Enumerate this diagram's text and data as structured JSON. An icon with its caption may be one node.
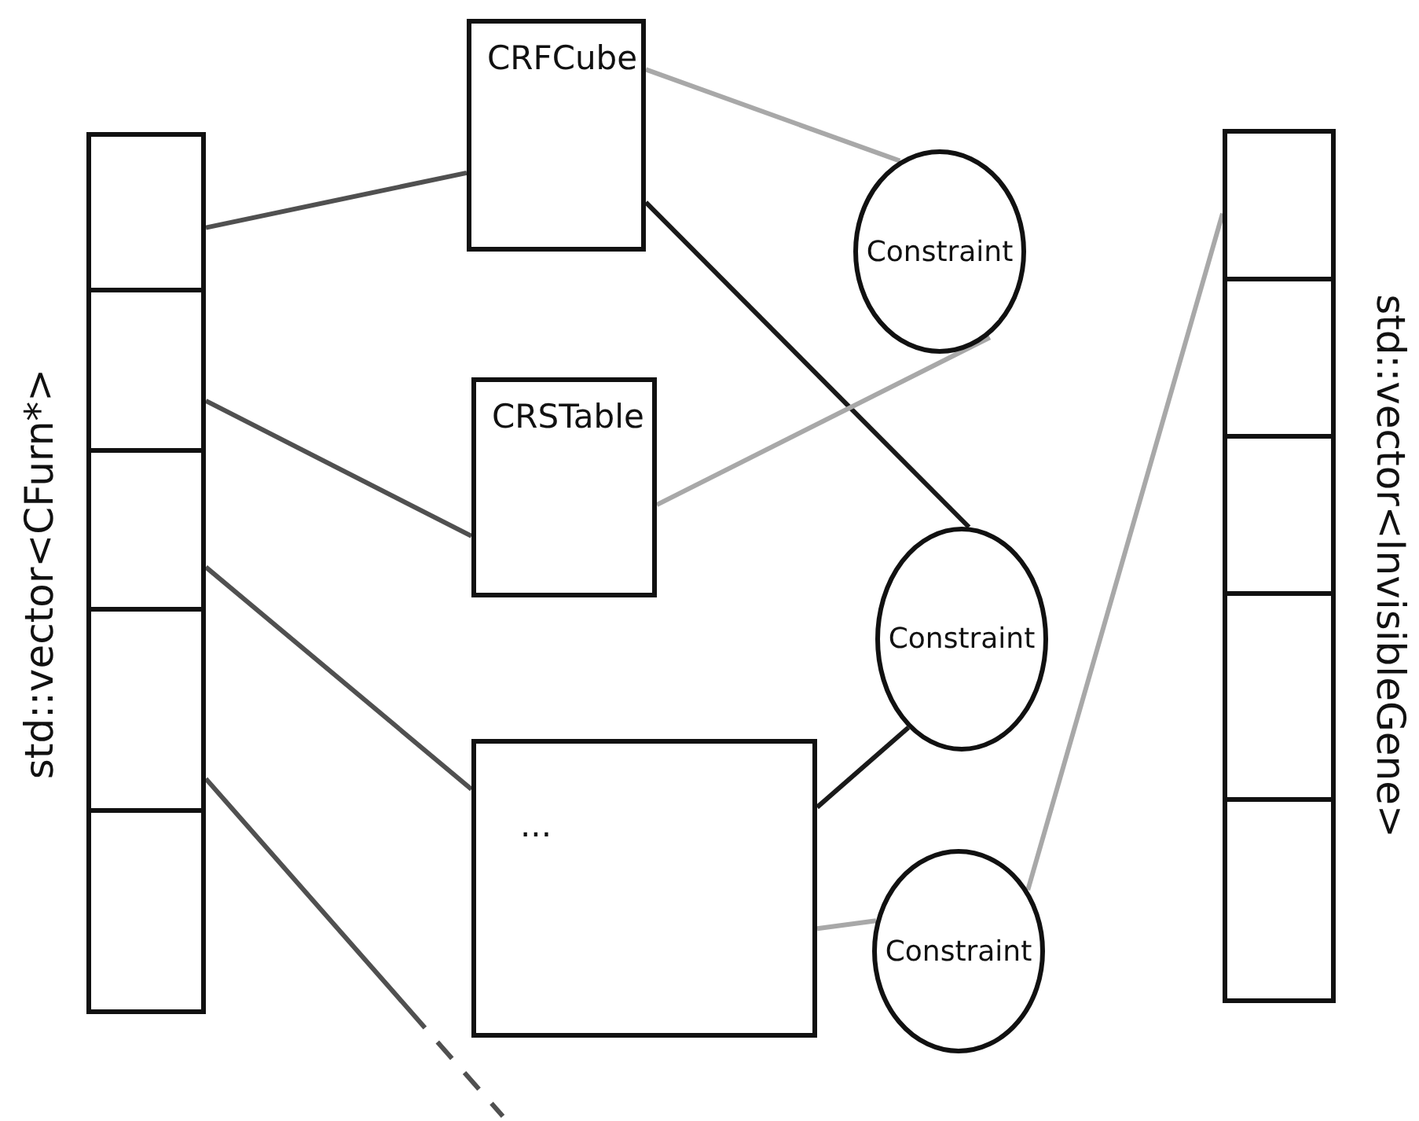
{
  "diagram": {
    "nodes": [
      {
        "text": [
          "std::vector<CFurn*>"
        ]
      },
      {
        "text": [],
        "shape": "box",
        "in": 0
      },
      {
        "text": [],
        "shape": "box",
        "in": 0
      },
      {
        "text": [],
        "shape": "box",
        "in": 0
      },
      {
        "text": [],
        "shape": "box",
        "in": 0
      },
      {
        "text": [],
        "shape": "box",
        "in": 0
      },
      {
        "text": [
          "CRFCube"
        ]
      },
      {
        "text": [
          "CRSTable"
        ]
      },
      {
        "text": [
          "..."
        ]
      },
      {
        "text": [
          "Constraint"
        ]
      },
      {
        "text": [
          "Constraint"
        ]
      },
      {
        "text": [
          "Constraint"
        ]
      },
      {
        "text": [
          "std::vector<InvisibleGene>"
        ]
      },
      {
        "text": [],
        "shape": "box",
        "in": 12
      },
      {
        "text": [],
        "shape": "box",
        "in": 12
      },
      {
        "text": [],
        "shape": "box",
        "in": 12
      },
      {
        "text": [],
        "shape": "box",
        "in": 12
      },
      {
        "text": [],
        "shape": "box",
        "in": 12
      }
    ],
    "edges": [
      {
        "from": 1,
        "to": 6,
        "arrow": "none"
      },
      {
        "from": 2,
        "to": 7,
        "arrow": "none"
      },
      {
        "from": 3,
        "to": 8,
        "arrow": "none"
      },
      {
        "from": 4,
        "to": null,
        "arrow": "none",
        "style": "dashed"
      },
      {
        "from": 6,
        "to": 9,
        "arrow": "none",
        "color": "#a8a8a8"
      },
      {
        "from": 6,
        "to": 10,
        "arrow": "none",
        "color": "#1a1a1a"
      },
      {
        "from": 7,
        "to": 9,
        "arrow": "none",
        "color": "#a8a8a8"
      },
      {
        "from": 8,
        "to": 10,
        "arrow": "none",
        "color": "#1a1a1a"
      },
      {
        "from": 8,
        "to": 11,
        "arrow": "none",
        "color": "#a8a8a8"
      },
      {
        "from": 13,
        "to": 11,
        "arrow": "none",
        "color": "#a8a8a8"
      }
    ]
  }
}
